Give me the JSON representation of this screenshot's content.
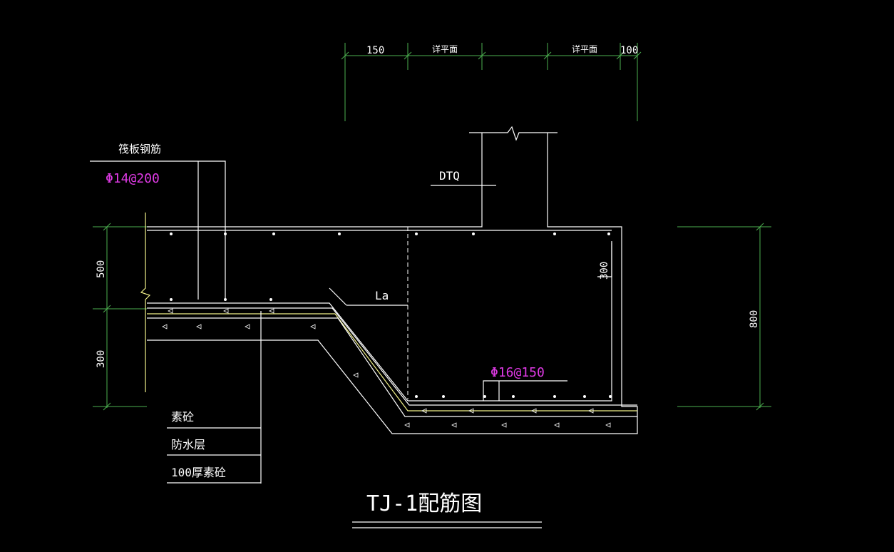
{
  "dimensions_top": [
    "150",
    "详平面",
    "详平面",
    "100"
  ],
  "dimensions_left": [
    "500",
    "300"
  ],
  "dimension_right": "800",
  "dimension_corner": "300",
  "label_raft": "筏板钢筋",
  "rebar_top": "Φ14@200",
  "label_dtq": "DTQ",
  "label_la": "La",
  "rebar_bottom": "Φ16@150",
  "layers": [
    "素砼",
    "防水层",
    "100厚素砼"
  ],
  "title": "TJ-1配筋图"
}
